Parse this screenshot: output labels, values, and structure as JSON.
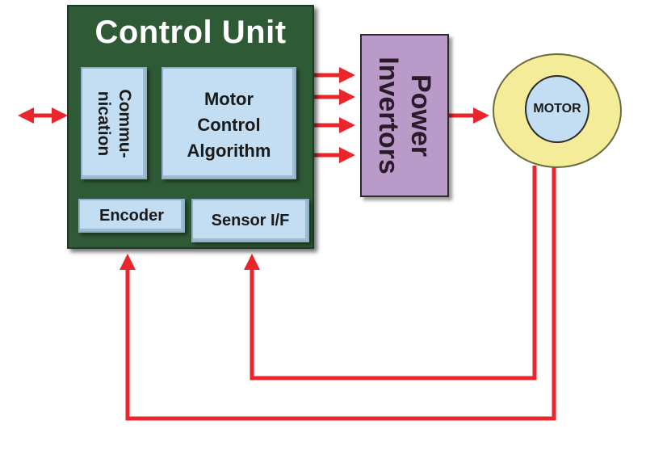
{
  "control_unit": {
    "title": "Control Unit",
    "communication_label": "Commu-\nnication",
    "algorithm_label": "Motor\nControl\nAlgorithm",
    "encoder_label": "Encoder",
    "sensor_label": "Sensor I/F"
  },
  "power_inverters": {
    "label": "Power\nInvertors"
  },
  "motor": {
    "label": "MOTOR"
  },
  "colors": {
    "control_unit_bg": "#2f5a36",
    "sub_block_bg": "#c3def2",
    "power_bg": "#b99ac8",
    "motor_outer": "#f5ec9a",
    "arrow": "#e8262b"
  }
}
